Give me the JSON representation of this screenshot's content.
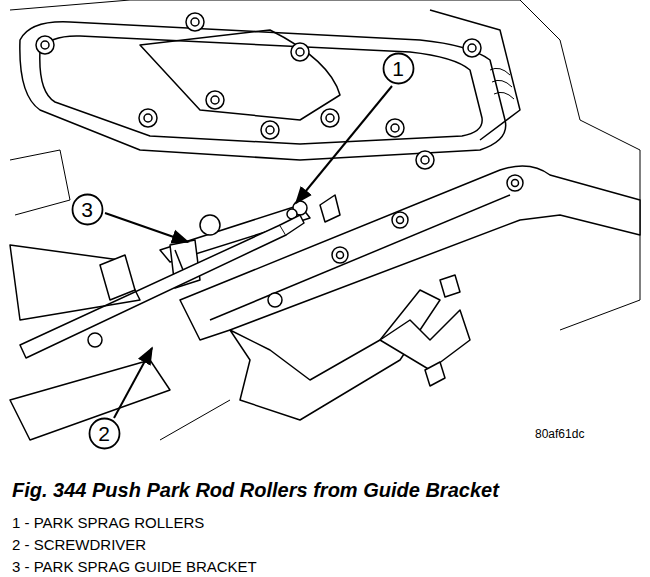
{
  "diagram": {
    "caption": "Fig. 344 Push Park Rod Rollers from Guide Bracket",
    "nodes": [
      {
        "text": [
          "1"
        ]
      },
      {
        "text": [
          "3"
        ]
      },
      {
        "text": [
          "2"
        ]
      }
    ],
    "labels": [
      "80af61dc",
      "1 - PARK SPRAG ROLLERS",
      "2 - SCREWDRIVER",
      "3 - PARK SPRAG GUIDE BRACKET"
    ]
  }
}
